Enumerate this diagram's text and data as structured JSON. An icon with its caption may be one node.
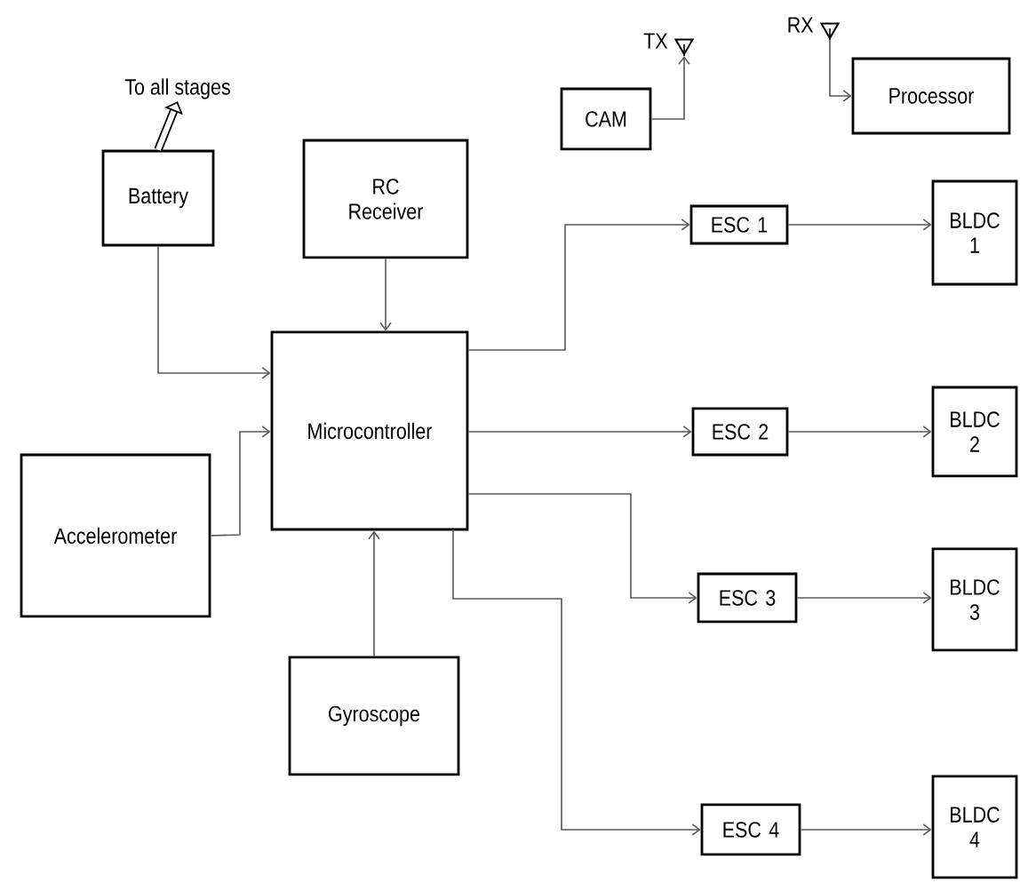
{
  "diagram": {
    "nodes": [
      {
        "text": [
          "To all stages"
        ]
      },
      {
        "text": [
          "Battery"
        ]
      },
      {
        "text": [
          "RC Receiver"
        ]
      },
      {
        "text": [
          "Microcontroller"
        ]
      },
      {
        "text": [
          "Accelerometer"
        ]
      },
      {
        "text": [
          "Gyroscope"
        ]
      },
      {
        "text": [
          "CAM"
        ]
      },
      {
        "text": [],
        "shape": "triangle",
        "beside": [
          "TX"
        ]
      },
      {
        "text": [],
        "shape": "triangle",
        "beside": [
          "RX"
        ]
      },
      {
        "text": [
          "Processor"
        ]
      },
      {
        "text": [
          "ESC 1"
        ]
      },
      {
        "text": [
          "ESC 2"
        ]
      },
      {
        "text": [
          "ESC 3"
        ]
      },
      {
        "text": [
          "ESC 4"
        ]
      },
      {
        "text": [
          "BLDC 1"
        ]
      },
      {
        "text": [
          "BLDC 2"
        ]
      },
      {
        "text": [
          "BLDC 3"
        ]
      },
      {
        "text": [
          "BLDC 4"
        ]
      }
    ],
    "edges": [
      {
        "from": 1,
        "to": 0,
        "arrow": "to",
        "style": "thick"
      },
      {
        "from": 1,
        "to": 3,
        "arrow": "to"
      },
      {
        "from": 2,
        "to": 3,
        "arrow": "to"
      },
      {
        "from": 4,
        "to": 3,
        "arrow": "to"
      },
      {
        "from": 5,
        "to": 3,
        "arrow": "to"
      },
      {
        "from": 6,
        "to": 7,
        "arrow": "to"
      },
      {
        "from": 8,
        "to": 9,
        "arrow": "to"
      },
      {
        "from": 3,
        "to": 10,
        "arrow": "to"
      },
      {
        "from": 3,
        "to": 11,
        "arrow": "to"
      },
      {
        "from": 3,
        "to": 12,
        "arrow": "to"
      },
      {
        "from": 3,
        "to": 13,
        "arrow": "to"
      },
      {
        "from": 10,
        "to": 14,
        "arrow": "to"
      },
      {
        "from": 11,
        "to": 15,
        "arrow": "to"
      },
      {
        "from": 12,
        "to": 16,
        "arrow": "to"
      },
      {
        "from": 13,
        "to": 17,
        "arrow": "to"
      }
    ]
  }
}
